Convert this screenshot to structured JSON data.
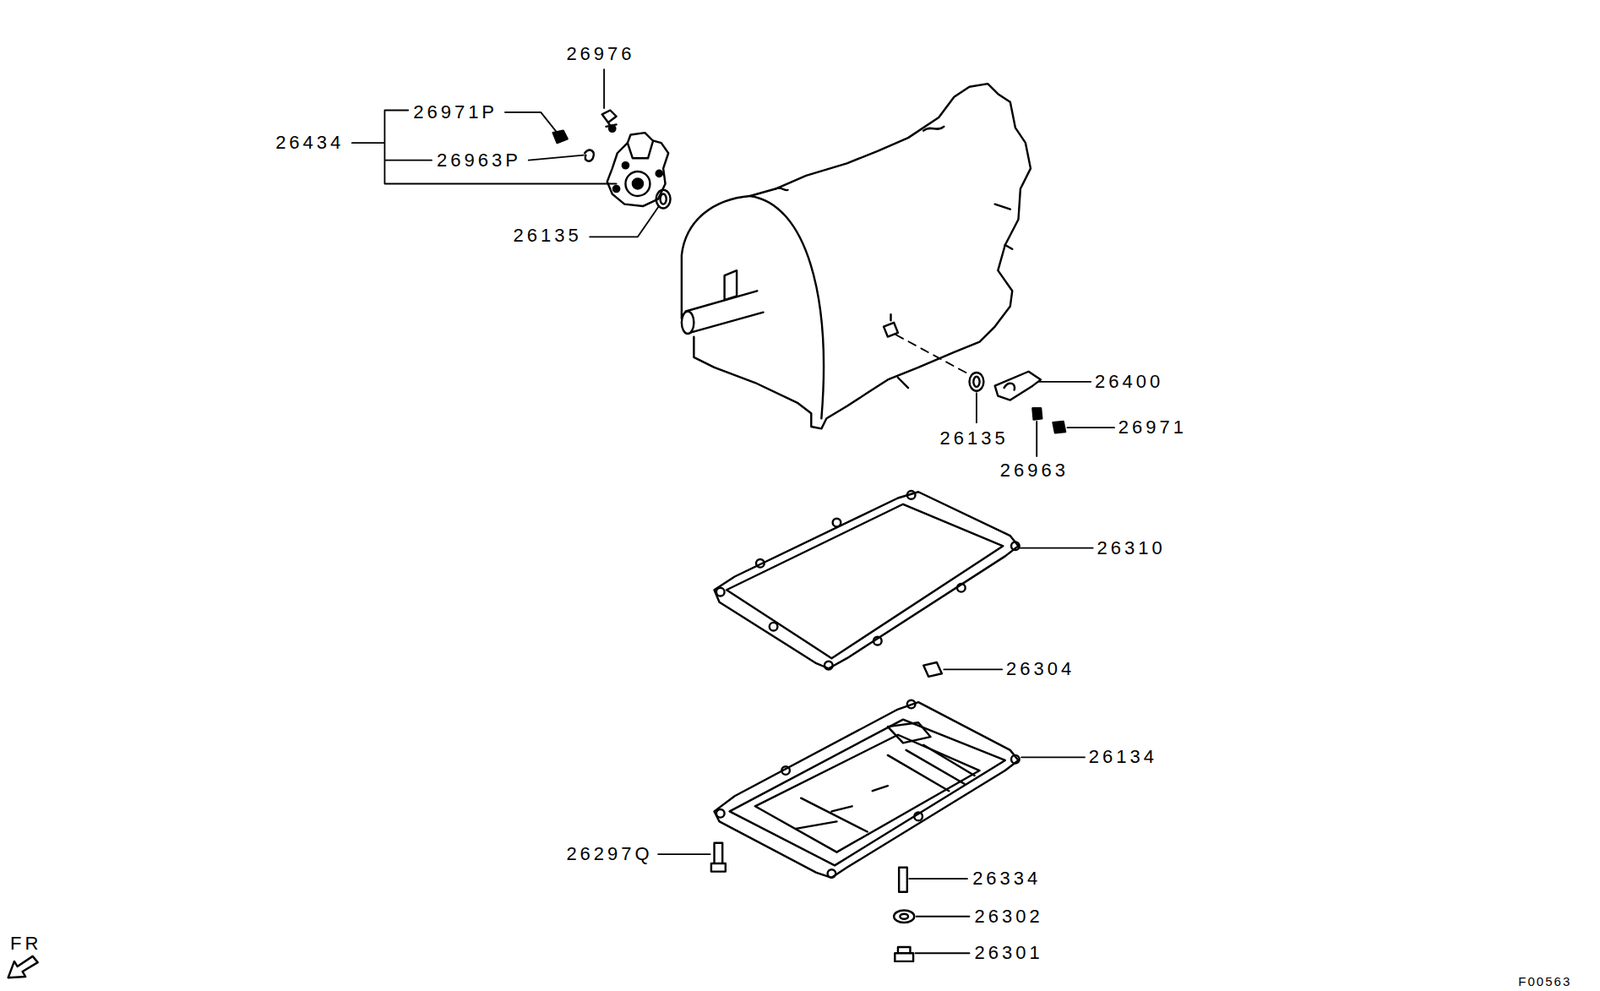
{
  "diagram": {
    "labels": [
      "26976",
      "26971P",
      "26434",
      "26963P",
      "26135",
      "26400",
      "26971",
      "26135",
      "26963",
      "26310",
      "26304",
      "26134",
      "26297Q",
      "26334",
      "26302",
      "26301",
      "FR",
      "F00563"
    ]
  }
}
